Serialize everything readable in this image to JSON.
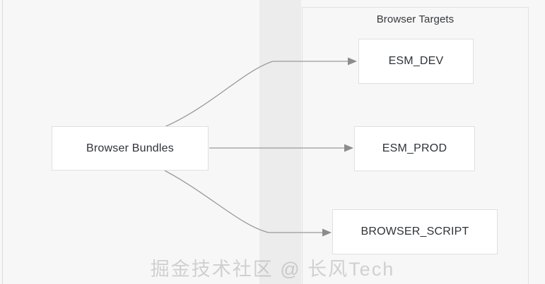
{
  "diagram": {
    "background_color": "#f7f7f7",
    "node_fill": "#ffffff",
    "node_border": "#e0e0e0",
    "edge_color": "#9a9a9a",
    "text_color": "#2f3338",
    "group": {
      "title": "Browser Targets",
      "border_color": "#e2e2e2"
    },
    "source_node": {
      "label": "Browser Bundles"
    },
    "target_nodes": [
      {
        "label": "ESM_DEV"
      },
      {
        "label": "ESM_PROD"
      },
      {
        "label": "BROWSER_SCRIPT"
      }
    ],
    "edges": [
      {
        "from": "Browser Bundles",
        "to": "ESM_DEV",
        "style": "curved",
        "arrow": "triangle"
      },
      {
        "from": "Browser Bundles",
        "to": "ESM_PROD",
        "style": "straight",
        "arrow": "triangle"
      },
      {
        "from": "Browser Bundles",
        "to": "BROWSER_SCRIPT",
        "style": "curved",
        "arrow": "triangle"
      }
    ]
  },
  "watermark": {
    "text": "掘金技术社区 @ 长风Tech"
  }
}
